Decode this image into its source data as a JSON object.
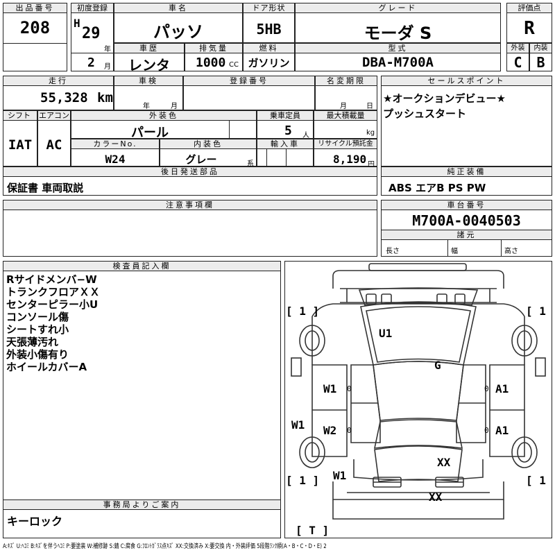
{
  "labels": {
    "lot_no": "出品番号",
    "first_reg": "初度登録",
    "car_name": "車名",
    "door": "ドア形状",
    "grade": "グレード",
    "score": "評価点",
    "car_history": "車歴",
    "displacement": "排気量",
    "fuel": "燃料",
    "model_type": "型式",
    "exterior": "外装",
    "interior": "内装",
    "mileage": "走行",
    "inspection": "車検",
    "reg_no": "登録番号",
    "rename_deadline": "名変期限",
    "sales_point": "セールスポイント",
    "shift": "シフト",
    "aircon": "エアコン",
    "ext_color": "外装色",
    "capacity": "乗車定員",
    "max_load": "最大積載量",
    "color_no": "カラーNo.",
    "int_color": "内装色",
    "import": "輸入車",
    "recycle": "リサイクル預託金",
    "later_parts": "後日発送部品",
    "equipment": "純正装備",
    "caution": "注意事項欄",
    "chassis_no": "車台番号",
    "specs": "諸元",
    "length": "長さ",
    "width": "幅",
    "height": "高さ",
    "inspector": "検査員記入欄",
    "office": "事務局よりご案内"
  },
  "units": {
    "year": "年",
    "month": "月",
    "cc": "CC",
    "km": "km",
    "nen": "年",
    "tsuki": "月",
    "persons": "人",
    "kg": "kg",
    "kei": "系",
    "yen": "円"
  },
  "values": {
    "lot_no": "208",
    "era": "H",
    "year": "29",
    "month": "2",
    "car_name": "パッソ",
    "door": "5HB",
    "grade": "モーダ S",
    "score": "R",
    "car_history": "レンタ",
    "displacement": "1000",
    "fuel": "ガソリン",
    "model_type": "DBA-M700A",
    "exterior_score": "C",
    "interior_score": "B",
    "mileage": "55,328",
    "shift": "IAT",
    "aircon": "AC",
    "ext_color": "パール",
    "capacity": "5",
    "color_no": "W24",
    "int_color": "グレー",
    "recycle": "8,190",
    "later_parts": "保証書 車両取説",
    "equipment": "ABS エアB PS PW",
    "chassis_no": "M700A-0040503"
  },
  "sales_points": [
    "★オークションデビュー★",
    "プッシュスタート"
  ],
  "inspector_notes": [
    "Rサイドメンバ−W",
    "トランクフロアＸＸ",
    "センターピラー小U",
    "コンソール傷",
    "シートすれ小",
    "天張薄汚れ",
    "外装小傷有り",
    "ホイールカバーA"
  ],
  "office_note": "キーロック",
  "diagram_marks": {
    "roof": "U1",
    "windshield": "G",
    "left_front_door": "W1",
    "left_rear_door": "W2",
    "left_pillar": "W1",
    "left_rear_panel": "W1",
    "right_front_door": "A1",
    "right_rear_door": "A1",
    "trunk_floor": "XX",
    "rear_bumper": "XX",
    "tire_fl": "[ 1 ]",
    "tire_fr": "[ 1 ]",
    "tire_rl": "[ 1 ]",
    "tire_rr": "[ 1 ]",
    "spare": "[ T ]",
    "door_zero": "0"
  },
  "legend": "A:ｷｽﾞ U:ﾍｺﾐ B:ｷｽﾞを伴うﾍｺﾐ P:要塗装 W:補修跡 S:錆 C:腐食 G:ﾌﾛﾝﾄｶﾞﾗｽ点ｷｽﾞ XX:交換済み X:要交換 内・外装評価 5段階ﾗﾝｸ順(A・B・C・D・E) 2"
}
